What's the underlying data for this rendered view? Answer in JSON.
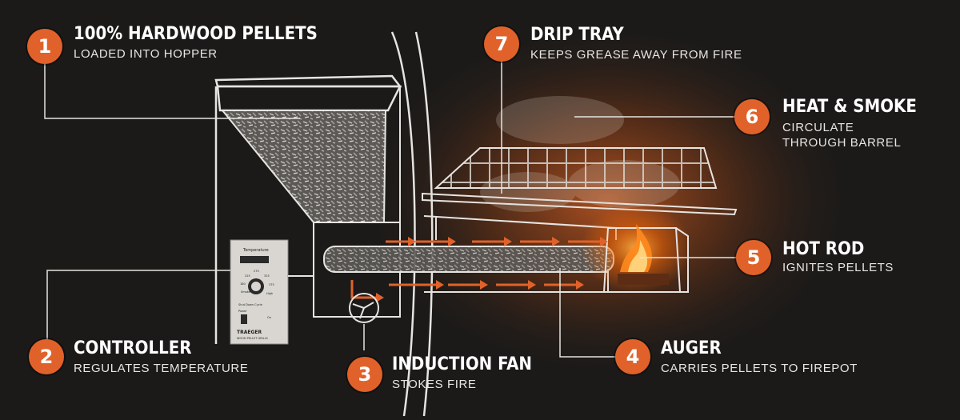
{
  "callouts": [
    {
      "number": "1",
      "title": "100% HARDWOOD PELLETS",
      "desc": [
        "LOADED INTO HOPPER"
      ]
    },
    {
      "number": "2",
      "title": "CONTROLLER",
      "desc": [
        "REGULATES TEMPERATURE"
      ]
    },
    {
      "number": "3",
      "title": "INDUCTION FAN",
      "desc": [
        "STOKES FIRE"
      ]
    },
    {
      "number": "4",
      "title": "AUGER",
      "desc": [
        "CARRIES PELLETS TO FIREPOT"
      ]
    },
    {
      "number": "5",
      "title": "HOT ROD",
      "desc": [
        "IGNITES PELLETS"
      ]
    },
    {
      "number": "6",
      "title": "HEAT & SMOKE",
      "desc": [
        "CIRCULATE",
        "THROUGH BARREL"
      ]
    },
    {
      "number": "7",
      "title": "DRIP TRAY",
      "desc": [
        "KEEPS GREASE AWAY FROM FIRE"
      ]
    }
  ],
  "controller_panel": {
    "label": "Temperature",
    "dial_marks": [
      "225",
      "275",
      "325",
      "180",
      "375",
      "Smoke",
      "High"
    ],
    "shutdown": "Shut Down Cycle",
    "power": "Power",
    "on": "On",
    "brand": "TRAEGER",
    "tagline": "WOOD PELLET GRILLS"
  },
  "colors": {
    "background": "#1b1a19",
    "accent": "#e0622a",
    "line": "#e6e4e0",
    "fire": "#ff7a1a"
  }
}
